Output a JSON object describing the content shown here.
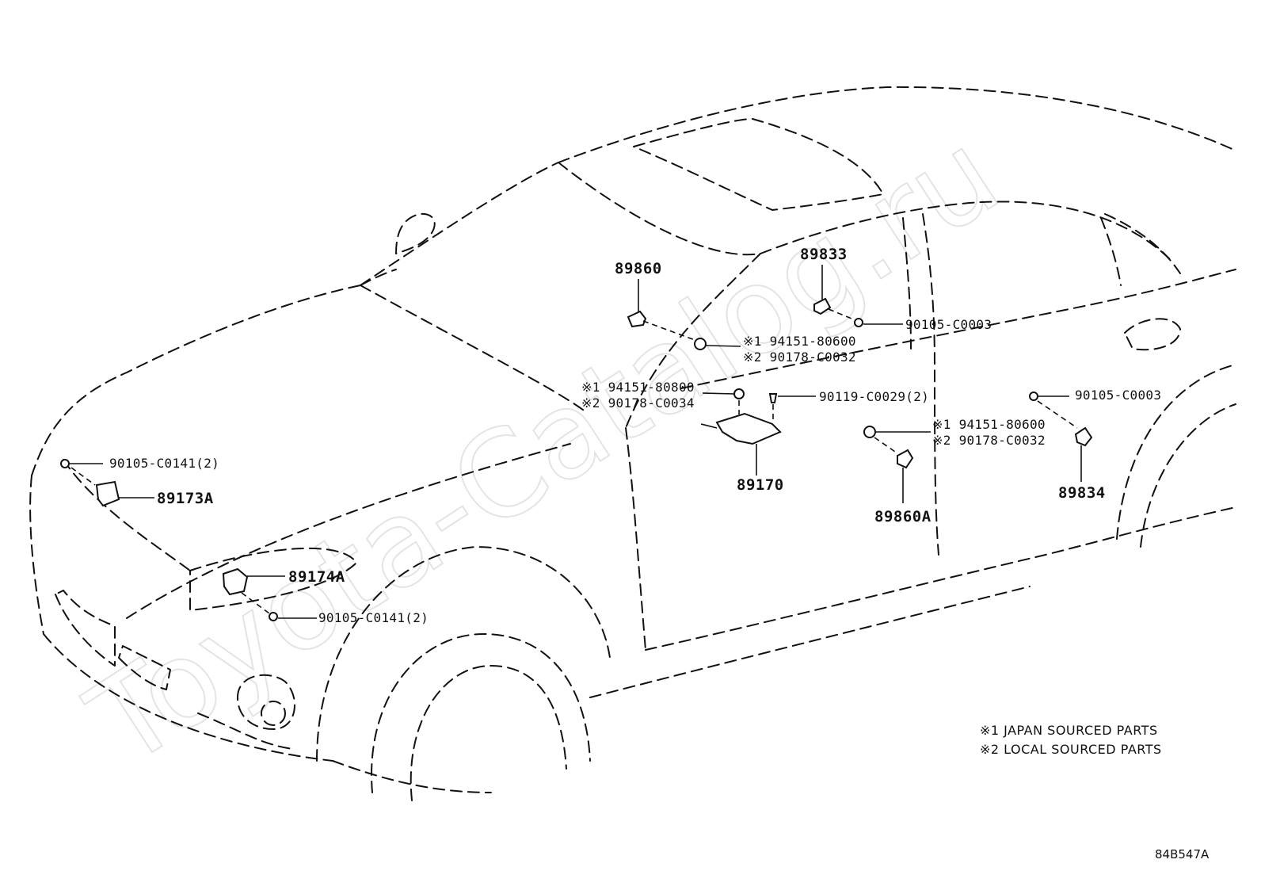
{
  "watermark": "Toyota-Catalog.ru",
  "callouts": {
    "p89860": "89860",
    "p89833": "89833",
    "p90105_c0003_upper": "90105-C0003",
    "n1_94151_80600_upper": "※1 94151-80600",
    "n2_90178_c0032_upper": "※2 90178-C0032",
    "n1_94151_80800": "※1 94151-80800",
    "n2_90178_c0034": "※2 90178-C0034",
    "p90119_c0029": "90119-C0029(2)",
    "p90105_c0003_rear": "90105-C0003",
    "n1_94151_80600_lower": "※1 94151-80600",
    "n2_90178_c0032_lower": "※2 90178-C0032",
    "p89170": "89170",
    "p89860A": "89860A",
    "p89834": "89834",
    "p90105_c0141_upper": "90105-C0141(2)",
    "p89173A": "89173A",
    "p89174A": "89174A",
    "p90105_c0141_lower": "90105-C0141(2)"
  },
  "legend": {
    "note1": "※1 JAPAN SOURCED PARTS",
    "note2": "※2 LOCAL SOURCED PARTS"
  },
  "diagram_code": "84B547A"
}
